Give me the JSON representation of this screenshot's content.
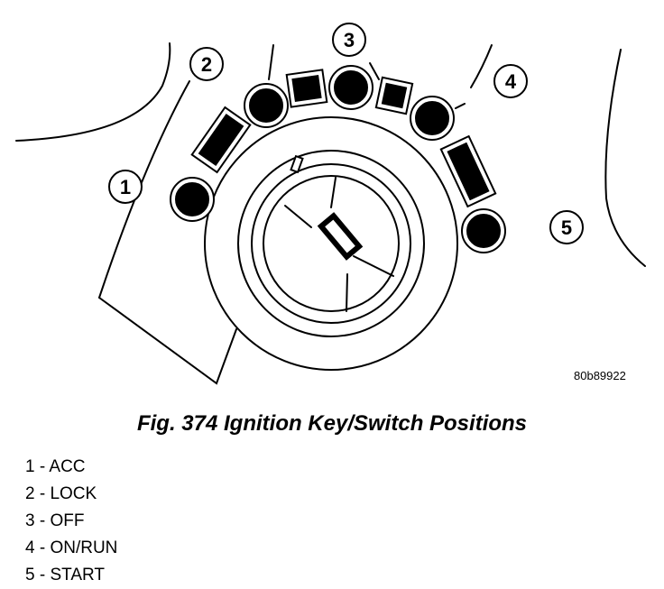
{
  "figure": {
    "code": "80b89922",
    "caption": "Fig. 374 Ignition Key/Switch Positions"
  },
  "callouts": [
    "1",
    "2",
    "3",
    "4",
    "5"
  ],
  "legend": [
    "1 - ACC",
    "2 - LOCK",
    "3 - OFF",
    "4 - ON/RUN",
    "5 - START"
  ]
}
